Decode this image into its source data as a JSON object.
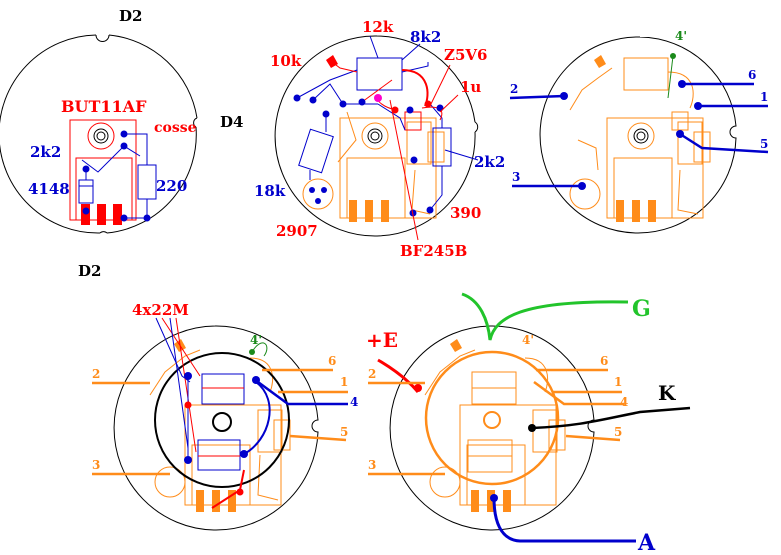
{
  "colors": {
    "red": "#ff0000",
    "blue": "#0000cc",
    "orange": "#ff8c1a",
    "green": "#22c42b",
    "darkgreen": "#1a8a1a",
    "black": "#000000",
    "magenta": "#ff00cc"
  },
  "board1": {
    "top": "D2",
    "bottom": "D2",
    "right": "D4",
    "transistor": "BUT11AF",
    "cosse": "cosse",
    "r1": "2k2",
    "diode": "4148",
    "r2": "220"
  },
  "board2": {
    "r12k": "12k",
    "r8k2": "8k2",
    "r10k": "10k",
    "zener": "Z5V6",
    "cap": "1u",
    "r2k2": "2k2",
    "r18k": "18k",
    "q2907": "2907",
    "r390": "390",
    "fet": "BF245B"
  },
  "board3": {
    "p4p": "4'",
    "p6": "6",
    "p2": "2",
    "p1": "1",
    "p5": "5",
    "p3": "3"
  },
  "board4": {
    "res": "4x22M",
    "p4p": "4'",
    "p2": "2",
    "p6": "6",
    "p1": "1",
    "p4": "4",
    "p5": "5",
    "p3": "3"
  },
  "board5": {
    "g": "G",
    "e": "+E",
    "p4p": "4'",
    "p6": "6",
    "p2": "2",
    "p1": "1",
    "k": "K",
    "p4": "4",
    "p5": "5",
    "p3": "3",
    "a": "A"
  }
}
